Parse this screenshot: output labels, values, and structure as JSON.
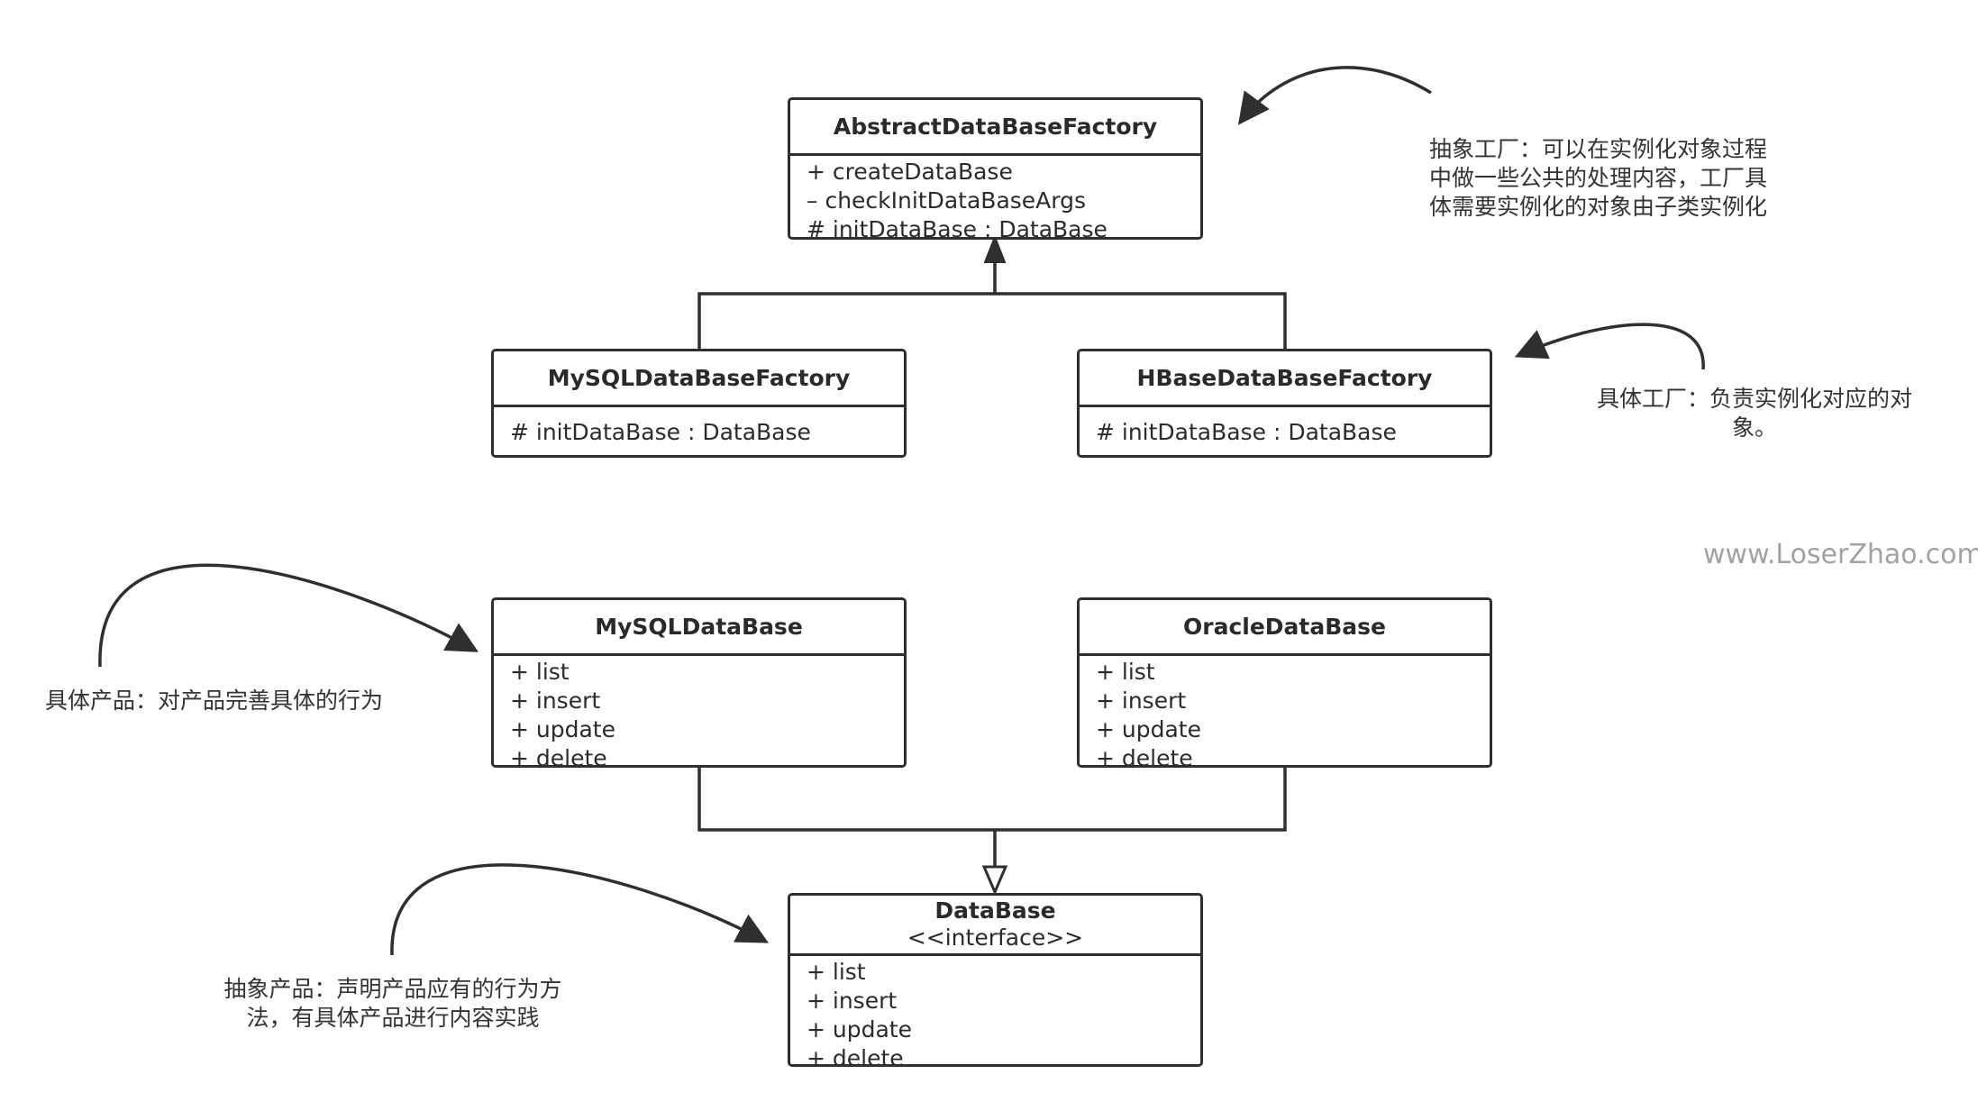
{
  "classes": {
    "abstract_factory": {
      "name": "AbstractDataBaseFactory",
      "members": [
        "+ createDataBase",
        "– checkInitDataBaseArgs",
        "# initDataBase : DataBase"
      ]
    },
    "mysql_factory": {
      "name": "MySQLDataBaseFactory",
      "members": [
        "# initDataBase : DataBase"
      ]
    },
    "hbase_factory": {
      "name": "HBaseDataBaseFactory",
      "members": [
        "# initDataBase : DataBase"
      ]
    },
    "mysql_database": {
      "name": "MySQLDataBase",
      "members": [
        "+ list",
        "+ insert",
        "+ update",
        "+ delete"
      ]
    },
    "oracle_database": {
      "name": "OracleDataBase",
      "members": [
        "+ list",
        "+ insert",
        "+ update",
        "+ delete"
      ]
    },
    "database_interface": {
      "name": "DataBase",
      "stereotype": "<<interface>>",
      "members": [
        "+ list",
        "+ insert",
        "+ update",
        "+ delete"
      ]
    }
  },
  "notes": {
    "abstract_factory": [
      "抽象工厂：可以在实例化对象过程",
      "中做一些公共的处理内容，工厂具",
      "体需要实例化的对象由子类实例化"
    ],
    "concrete_factory": [
      "具体工厂：负责实例化对应的对",
      "象。"
    ],
    "concrete_product": [
      "具体产品：对产品完善具体的行为"
    ],
    "abstract_product": [
      "抽象产品：声明产品应有的行为方",
      "法，有具体产品进行内容实践"
    ]
  },
  "watermark": "www.LoserZhao.com",
  "colors": {
    "line": "#2f2f2f",
    "text": "#2b2b2b",
    "watermark": "#a2a2a2"
  }
}
